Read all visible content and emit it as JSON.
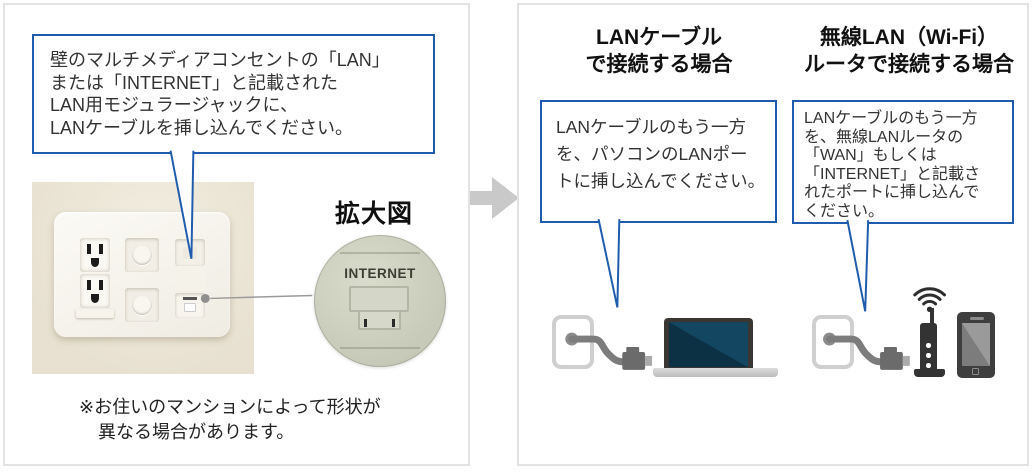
{
  "left_panel": {
    "callout_lines": [
      "壁のマルチメディアコンセントの「LAN」",
      "または「INTERNET」と記載された",
      "LAN用モジュラージャックに、",
      "LANケーブルを挿し込んでください。"
    ],
    "magnified_view_label": "拡大図",
    "jack_port_label": "INTERNET",
    "note_lines": [
      "※お住いのマンションによって形状が",
      "異なる場合があります。"
    ]
  },
  "right_panel": {
    "lan_section": {
      "heading_lines": [
        "LANケーブル",
        "で接続する場合"
      ],
      "callout_lines": [
        "LANケーブルのもう一方",
        "を、パソコンのLANポー",
        "トに挿し込んでください。"
      ]
    },
    "wifi_section": {
      "heading_lines": [
        "無線LAN（Wi-Fi）",
        "ルータで接続する場合"
      ],
      "callout_lines": [
        "LANケーブルのもう一方",
        "を、無線LANルータの",
        "「WAN」もしくは",
        "「INTERNET」と記載さ",
        "れたポートに挿し込んで",
        "ください。"
      ]
    }
  },
  "colors": {
    "callout_border_blue": "#1f5cad",
    "panel_border_gray": "#e3e3e3",
    "arrow_gray": "#c9c9c9",
    "text": "#333333",
    "laptop_screen_navy": "#0c3044",
    "device_dark_gray": "#333333",
    "photo_wall_beige": "#ece5d7",
    "magnified_circle_green_gray": "#ccceba"
  },
  "icons": {
    "arrow_right": "arrow-right-icon",
    "wall_outlet_photo": "wall-outlet-photo",
    "magnified_view": "magnified-view-circle",
    "wall_plate": "wall-plate-icon",
    "lan_cable": "lan-cable-icon",
    "lan_connector": "lan-connector-icon",
    "laptop": "laptop-icon",
    "wifi_router": "wifi-router-icon",
    "wifi_waves": "wifi-waves-icon",
    "smartphone": "smartphone-icon"
  }
}
